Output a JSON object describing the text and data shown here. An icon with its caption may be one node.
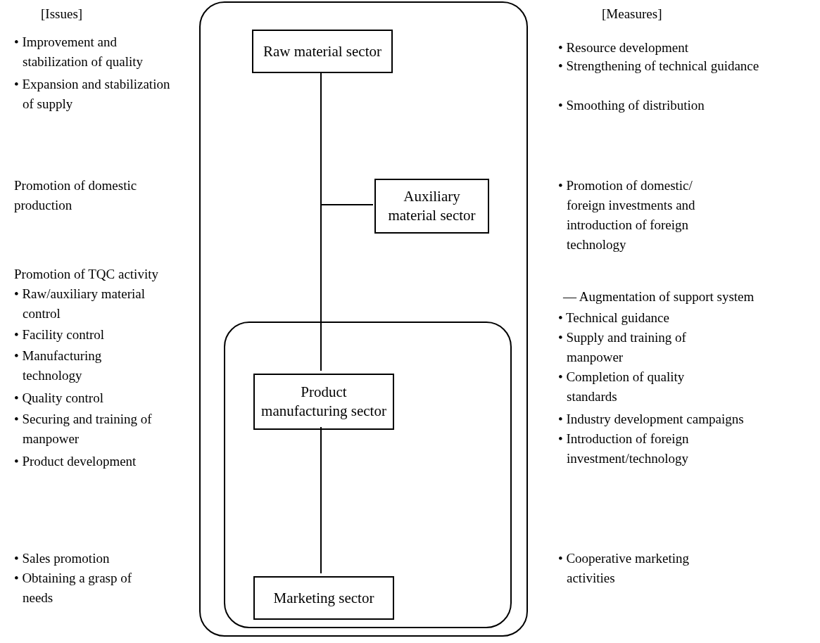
{
  "diagram": {
    "nodes": [
      {
        "text": [],
        "shape": "box"
      },
      {
        "text": [
          "Raw material sector"
        ],
        "in": 0
      },
      {
        "text": [
          "Auxiliary material sector"
        ],
        "in": 0
      },
      {
        "text": [],
        "shape": "box",
        "in": 0
      },
      {
        "text": [
          "Product manufacturing sector"
        ],
        "in": 3
      },
      {
        "text": [
          "Marketing sector"
        ],
        "in": 3
      }
    ],
    "edges": [
      {
        "from": 1,
        "to": 4,
        "arrow": "none"
      },
      {
        "from": 2,
        "to": 4,
        "arrow": "none"
      },
      {
        "from": 4,
        "to": 5,
        "arrow": "none"
      }
    ],
    "labels": [
      "[Issues]",
      "• Improvement and stabilization of quality",
      "• Expansion and stabilization of supply",
      "Promotion of domestic production",
      "Promotion of TQC activity",
      "• Raw/auxiliary material control",
      "• Facility control",
      "• Manufacturing technology",
      "• Quality control",
      "• Securing and training of manpower",
      "• Product development",
      "• Sales promotion",
      "• Obtaining a grasp of needs",
      "[Measures]",
      "• Resource development",
      "• Strengthening of technical guidance",
      "• Smoothing of distribution",
      "• Promotion of domestic/ foreign investments and introduction of foreign technology",
      "— Augmentation of support system",
      "• Technical guidance",
      "• Supply and training of manpower",
      "• Completion of quality standards",
      "• Industry development campaigns",
      "• Introduction of foreign investment/technology",
      "• Cooperative marketing activities"
    ]
  }
}
